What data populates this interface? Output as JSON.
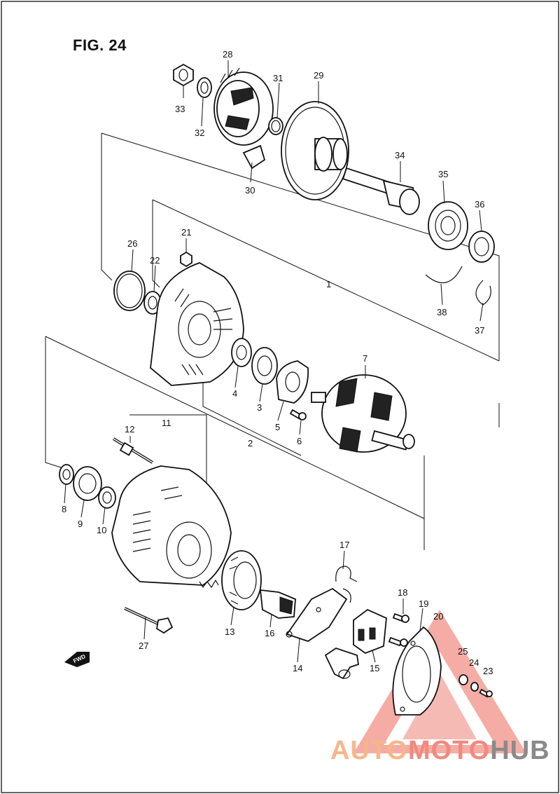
{
  "figure": {
    "title": "FIG. 24"
  },
  "callouts": [
    "1",
    "2",
    "3",
    "4",
    "5",
    "6",
    "7",
    "8",
    "9",
    "10",
    "11",
    "12",
    "13",
    "14",
    "15",
    "16",
    "17",
    "18",
    "19",
    "20",
    "21",
    "22",
    "23",
    "24",
    "25",
    "26",
    "27",
    "28",
    "29",
    "30",
    "31",
    "32",
    "33",
    "34",
    "35",
    "36",
    "37",
    "38"
  ],
  "direction_marker": {
    "label": "FWD"
  },
  "watermark": {
    "part1": "AUTO",
    "part2": "MOTO",
    "part3": "HUB"
  },
  "colors": {
    "line": "#111111",
    "watermark_triangle": "#e84c3d",
    "watermark_auto": "#f5b78a",
    "watermark_moto": "#f08a7e",
    "watermark_hub": "#8a8a8a"
  }
}
